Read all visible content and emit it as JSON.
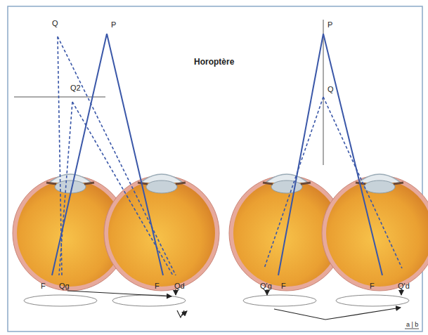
{
  "diagram": {
    "title": "Horoptère",
    "labels": [
      "Q",
      "P",
      "Q2",
      "F",
      "Qg",
      "F",
      "Qd",
      "P",
      "Q",
      "Q'g",
      "F",
      "F",
      "Q'd",
      "a | b"
    ]
  }
}
